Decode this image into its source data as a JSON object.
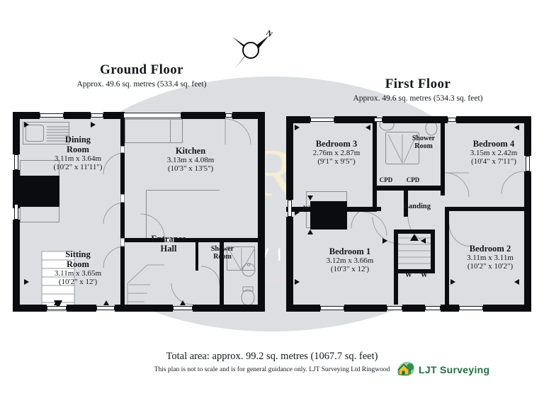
{
  "compass": {
    "north_label": "N",
    "icon": "compass-rose-icon"
  },
  "watermark": {
    "brand": "HEARNES",
    "tagline": "WHERE SERVICE COUNTS"
  },
  "floors": [
    {
      "id": "ground",
      "title": "Ground Floor",
      "area": "Approx. 49.6 sq. metres (533.4 sq. feet)",
      "rooms": [
        {
          "name": "Dining\nRoom",
          "name_line1": "Dining",
          "name_line2": "Room",
          "metric": "3.11m x 3.64m",
          "imperial": "(10'2\" x 11'11\")"
        },
        {
          "name": "Kitchen",
          "name_line1": "Kitchen",
          "name_line2": "",
          "metric": "3.13m x 4.08m",
          "imperial": "(10'3\" x 13'5\")"
        },
        {
          "name": "Sitting Room",
          "name_line1": "Sitting",
          "name_line2": "Room",
          "metric": "3.11m x 3.65m",
          "imperial": "(10'2\" x 12')"
        },
        {
          "name": "Entrance Hall",
          "name_line1": "Entrance",
          "name_line2": "Hall",
          "metric": "",
          "imperial": ""
        },
        {
          "name": "Shower Room",
          "name_line1": "Shower",
          "name_line2": "Room",
          "metric": "",
          "imperial": ""
        }
      ]
    },
    {
      "id": "first",
      "title": "First Floor",
      "area": "Approx. 49.6 sq. metres (534.3 sq. feet)",
      "rooms": [
        {
          "name": "Bedroom 3",
          "name_line1": "Bedroom 3",
          "name_line2": "",
          "metric": "2.76m x 2.87m",
          "imperial": "(9'1\" x 9'5\")"
        },
        {
          "name": "Bedroom 4",
          "name_line1": "Bedroom 4",
          "name_line2": "",
          "metric": "3.15m x 2.42m",
          "imperial": "(10'4\" x 7'11\")"
        },
        {
          "name": "Bedroom 1",
          "name_line1": "Bedroom 1",
          "name_line2": "",
          "metric": "3.12m x 3.66m",
          "imperial": "(10'3\" x 12')"
        },
        {
          "name": "Bedroom 2",
          "name_line1": "Bedroom 2",
          "name_line2": "",
          "metric": "3.11m x 3.11m",
          "imperial": "(10'2\" x 10'2\")"
        },
        {
          "name": "Shower Room",
          "name_line1": "Shower",
          "name_line2": "Room",
          "metric": "",
          "imperial": ""
        },
        {
          "name": "Landing",
          "name_line1": "Landing",
          "name_line2": "",
          "metric": "",
          "imperial": ""
        },
        {
          "name": "CPD left",
          "name_line1": "CPD",
          "name_line2": "",
          "metric": "",
          "imperial": ""
        },
        {
          "name": "CPD right",
          "name_line1": "CPD",
          "name_line2": "",
          "metric": "",
          "imperial": ""
        }
      ],
      "window_labels": [
        "W",
        "W",
        "W"
      ]
    }
  ],
  "footer": {
    "total_area": "Total area: approx. 99.2 sq. metres (1067.7 sq. feet)",
    "disclaimer": "This plan is not to scale and is for general guidance only. LJT Surveying Ltd Ringwood",
    "logo_text": "LJT Surveying",
    "logo_icon": "house-tree-logo-icon"
  },
  "colors": {
    "wall": "#0a0c10",
    "room_fill": "#dcdee2",
    "watermark_cream": "#f6edd2",
    "logo_green": "#1f6f3e",
    "page_bg": "#ffffff"
  }
}
